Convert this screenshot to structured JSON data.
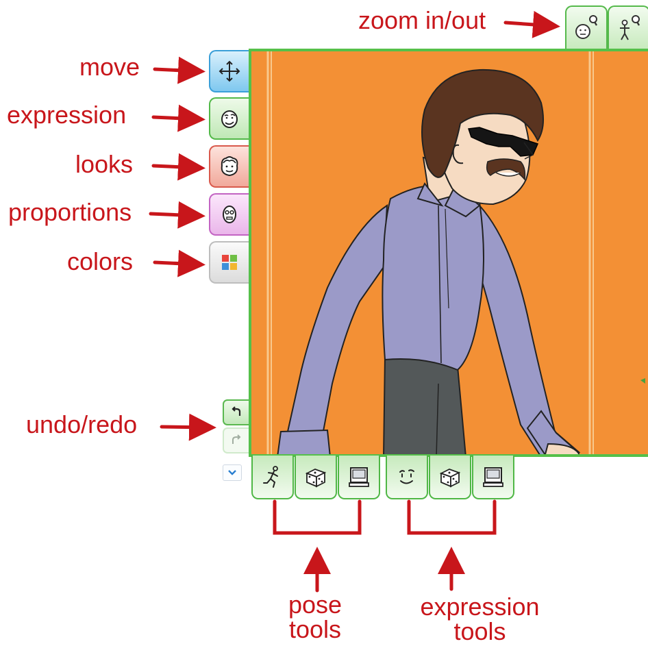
{
  "annotations": {
    "zoom": "zoom in/out",
    "move": "move",
    "expression": "expression",
    "looks": "looks",
    "proportions": "proportions",
    "colors": "colors",
    "undo_redo": "undo/redo",
    "pose_tools": [
      "pose",
      "tools"
    ],
    "expression_tools": [
      "expression",
      "tools"
    ]
  },
  "icons": {
    "side_buttons": [
      "move-arrows-icon",
      "expression-face-icon",
      "looks-face-icon",
      "proportions-face-icon",
      "color-swatch-icon"
    ],
    "zoom_tabs": [
      "zoom-face-icon",
      "zoom-body-icon"
    ],
    "history": [
      "undo-icon",
      "redo-icon",
      "chevron-down-icon"
    ],
    "pose_tools": [
      "running-figure-icon",
      "dice-icon",
      "monitor-icon"
    ],
    "expression_tools": [
      "smiling-face-icon",
      "dice-icon",
      "monitor-icon"
    ]
  },
  "colors": {
    "annotation_red": "#c8161b",
    "stage_orange": "#f39035",
    "frame_green": "#55c04a",
    "shirt": "#9b9ac8",
    "trousers": "#4f5456",
    "hair": "#5a3420",
    "skin": "#f6dbc2"
  }
}
